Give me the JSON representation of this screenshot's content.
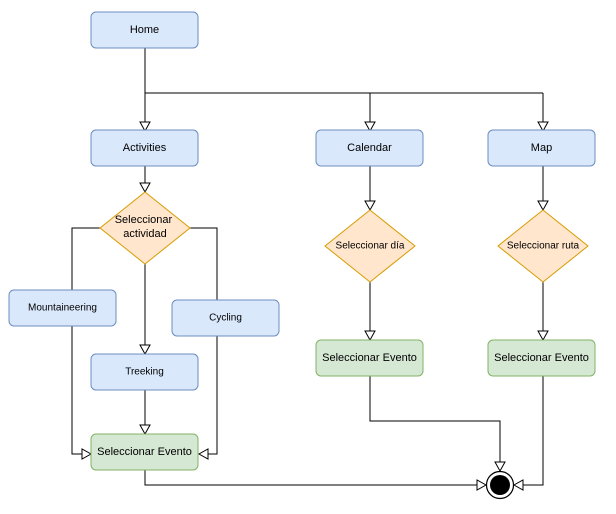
{
  "colors": {
    "blue_fill": "#dae8fc",
    "blue_stroke": "#6c8ebf",
    "green_fill": "#d5e8d4",
    "green_stroke": "#82b366",
    "orange_fill": "#ffe6cc",
    "orange_stroke": "#d79b00",
    "edge": "#000000"
  },
  "nodes": {
    "home": "Home",
    "activities": "Activities",
    "calendar": "Calendar",
    "map": "Map",
    "seleccionar_actividad": [
      "Seleccionar",
      "actividad"
    ],
    "seleccionar_dia": "Seleccionar día",
    "seleccionar_ruta": "Seleccionar ruta",
    "mountaineering": "Mountaineering",
    "cycling": "Cycling",
    "treeking": "Treeking",
    "evento_activities": "Seleccionar Evento",
    "evento_calendar": "Seleccionar Evento",
    "evento_map": "Seleccionar Evento"
  },
  "end_state": "final-node"
}
